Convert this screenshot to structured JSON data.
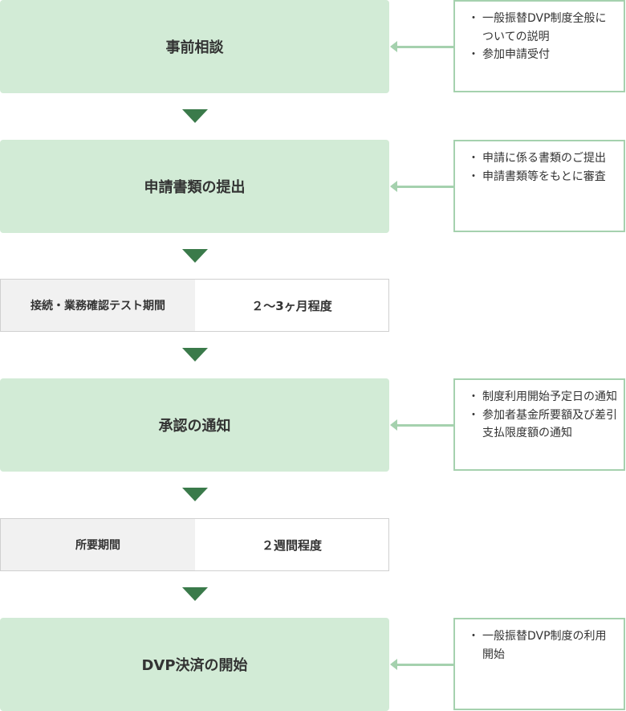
{
  "steps": [
    {
      "title": "事前相談",
      "notes": [
        "一般振替DVP制度全般についての説明",
        "参加申請受付"
      ]
    },
    {
      "title": "申請書類の提出",
      "notes": [
        "申請に係る書類のご提出",
        "申請書類等をもとに審査"
      ]
    },
    {
      "title": "承認の通知",
      "notes": [
        "制度利用開始予定日の通知",
        "参加者基金所要額及び差引支払限度額の通知"
      ]
    },
    {
      "title": "DVP決済の開始",
      "notes": [
        "一般振替DVP制度の利用開始"
      ]
    }
  ],
  "periods": [
    {
      "label": "接続・業務確認テスト期間",
      "value": "２～3ヶ月程度"
    },
    {
      "label": "所要期間",
      "value": "２週間程度"
    }
  ],
  "colors": {
    "step_fill": "#d2ebd6",
    "down_arrow": "#3a7a4a",
    "note_border": "#a5d1ae",
    "period_label_fill": "#f1f1f1",
    "text": "#333333"
  }
}
